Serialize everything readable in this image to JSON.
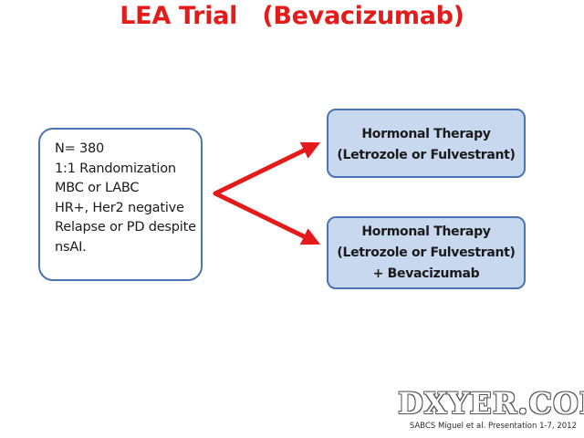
{
  "title": {
    "name": "LEA Trial",
    "drug": "(Bevacizumab)"
  },
  "criteria": {
    "lines": [
      "N= 380",
      "1:1 Randomization",
      "MBC or LABC",
      "HR+, Her2 negative",
      "Relapse or PD despite",
      "nsAI."
    ]
  },
  "arms": [
    {
      "lines": [
        "Hormonal Therapy",
        "(Letrozole or Fulvestrant)"
      ]
    },
    {
      "lines": [
        "Hormonal Therapy",
        "(Letrozole or Fulvestrant)",
        "+ Bevacizumab"
      ]
    }
  ],
  "watermark": "DXYER.COM",
  "citation": "SABCS Miguel et al. Presentation 1-7, 2012",
  "colors": {
    "title": "#e41b1b",
    "arrow": "#e41b1b",
    "box_border": "#4a74b4",
    "arm_fill": "#c8d9ef"
  }
}
